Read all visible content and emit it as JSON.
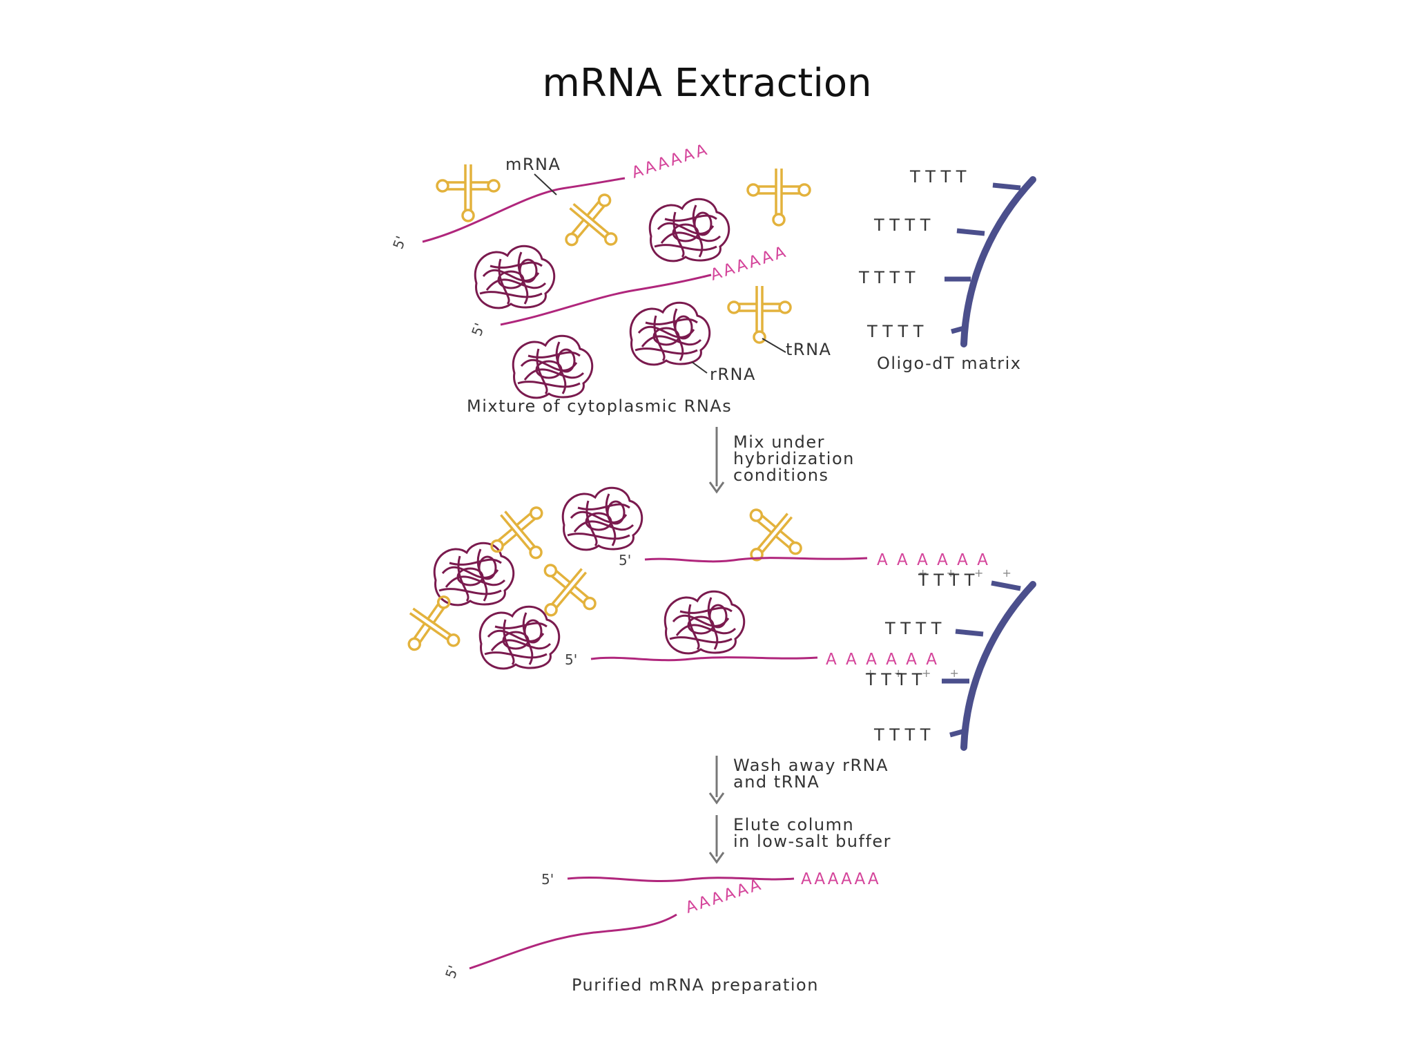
{
  "title": "mRNA Extraction",
  "labels": {
    "mrna": "mRNA",
    "trna": "tRNA",
    "rrna": "rRNA",
    "oligo_dt_matrix": "Oligo-dT matrix",
    "mixture": "Mixture of cytoplasmic RNAs",
    "five_prime_a": "5'",
    "five_prime_b": "5'",
    "poly_a": "AAAAAA",
    "poly_a_spaced": "A A A A A A",
    "tttt": "TTTT",
    "purified": "Purified mRNA preparation"
  },
  "steps": [
    {
      "lines": [
        "Mix under",
        "hybridization",
        "conditions"
      ]
    },
    {
      "lines": [
        "Wash away rRNA",
        "and tRNA"
      ]
    },
    {
      "lines": [
        "Elute column",
        "in low-salt buffer"
      ]
    }
  ],
  "colors": {
    "mrna_strand": "#b0267c",
    "poly_a": "#d4449a",
    "rrna": "#7a1a4e",
    "trna": "#e3b23c",
    "matrix": "#4b4f8c",
    "arrow": "#777777"
  }
}
